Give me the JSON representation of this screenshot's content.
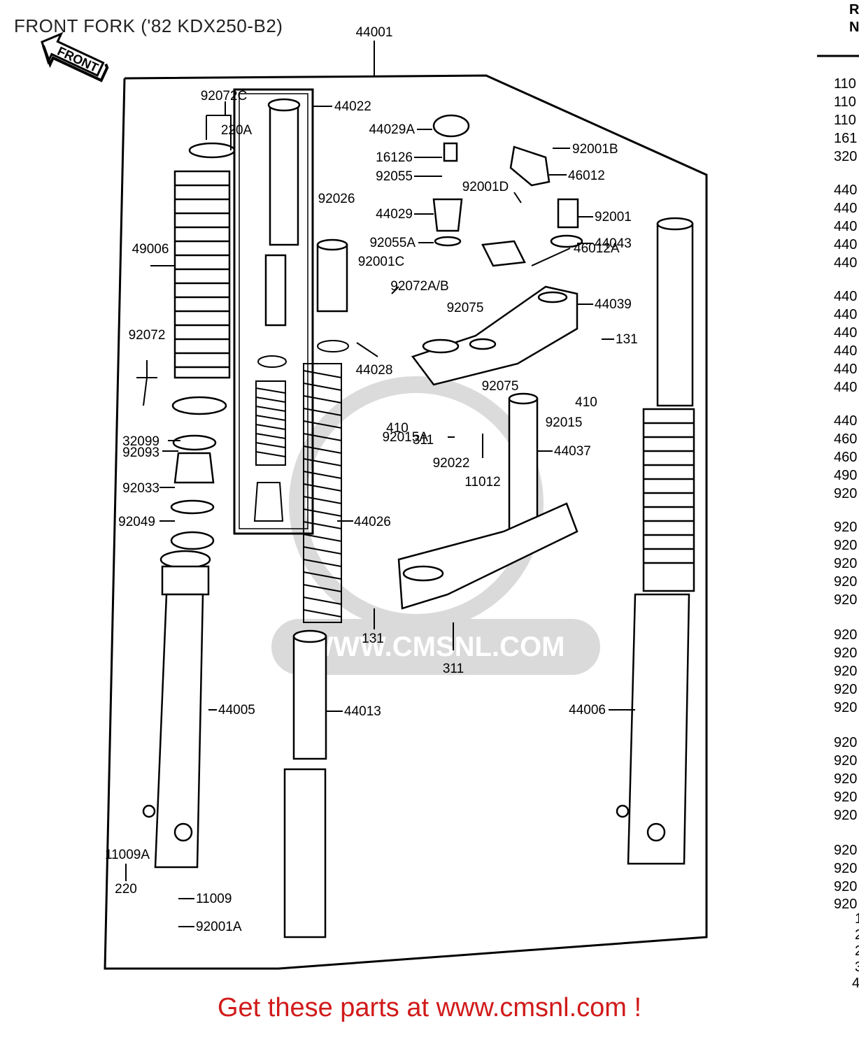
{
  "title": "FRONT FORK ('82 KDX250-B2)",
  "front_arrow": "FRONT",
  "watermark": "WWW.CMSNL.COM",
  "footer": "Get these parts at www.cmsnl.com !",
  "labels": {
    "l44001": "44001",
    "l44022": "44022",
    "l92072C": "92072C",
    "l220A": "220A",
    "l44029A": "44029A",
    "l16126": "16126",
    "l92055": "92055",
    "l92001B": "92001B",
    "l46012": "46012",
    "l92001D": "92001D",
    "l92026": "92026",
    "l44029": "44029",
    "l92001": "92001",
    "l44043": "44043",
    "l49006": "49006",
    "l92055A": "92055A",
    "l92001C": "92001C",
    "l46012A": "46012A",
    "l92072AB": "92072A/B",
    "l92075a": "92075",
    "l44039": "44039",
    "l92072": "92072",
    "l131a": "131",
    "l44028": "44028",
    "l92075b": "92075",
    "l410a": "410",
    "l410b": "410",
    "l311a": "311",
    "l92015": "92015",
    "l32099": "32099",
    "l92015A": "92015A",
    "l92093": "92093",
    "l92022": "92022",
    "l44037": "44037",
    "l11012": "11012",
    "l92033": "92033",
    "l44026": "44026",
    "l92049": "92049",
    "l131b": "131",
    "l311b": "311",
    "l44005": "44005",
    "l44013": "44013",
    "l44006": "44006",
    "l11009A": "11009A",
    "l11009": "11009",
    "l220": "220",
    "l92001A": "92001A"
  },
  "right_column": {
    "header": [
      "R",
      "N"
    ],
    "items": [
      "110",
      "110",
      "110",
      "161",
      "320",
      "440",
      "440",
      "440",
      "440",
      "440",
      "440",
      "440",
      "440",
      "440",
      "440",
      "440",
      "440",
      "460",
      "460",
      "490",
      "920",
      "920",
      "920",
      "920",
      "920",
      "920",
      "920",
      "920",
      "920",
      "920",
      "920",
      "920",
      "920",
      "920",
      "920",
      "920",
      "920",
      "920",
      "920",
      "920",
      "1",
      "2",
      "2",
      "3",
      "4"
    ]
  }
}
